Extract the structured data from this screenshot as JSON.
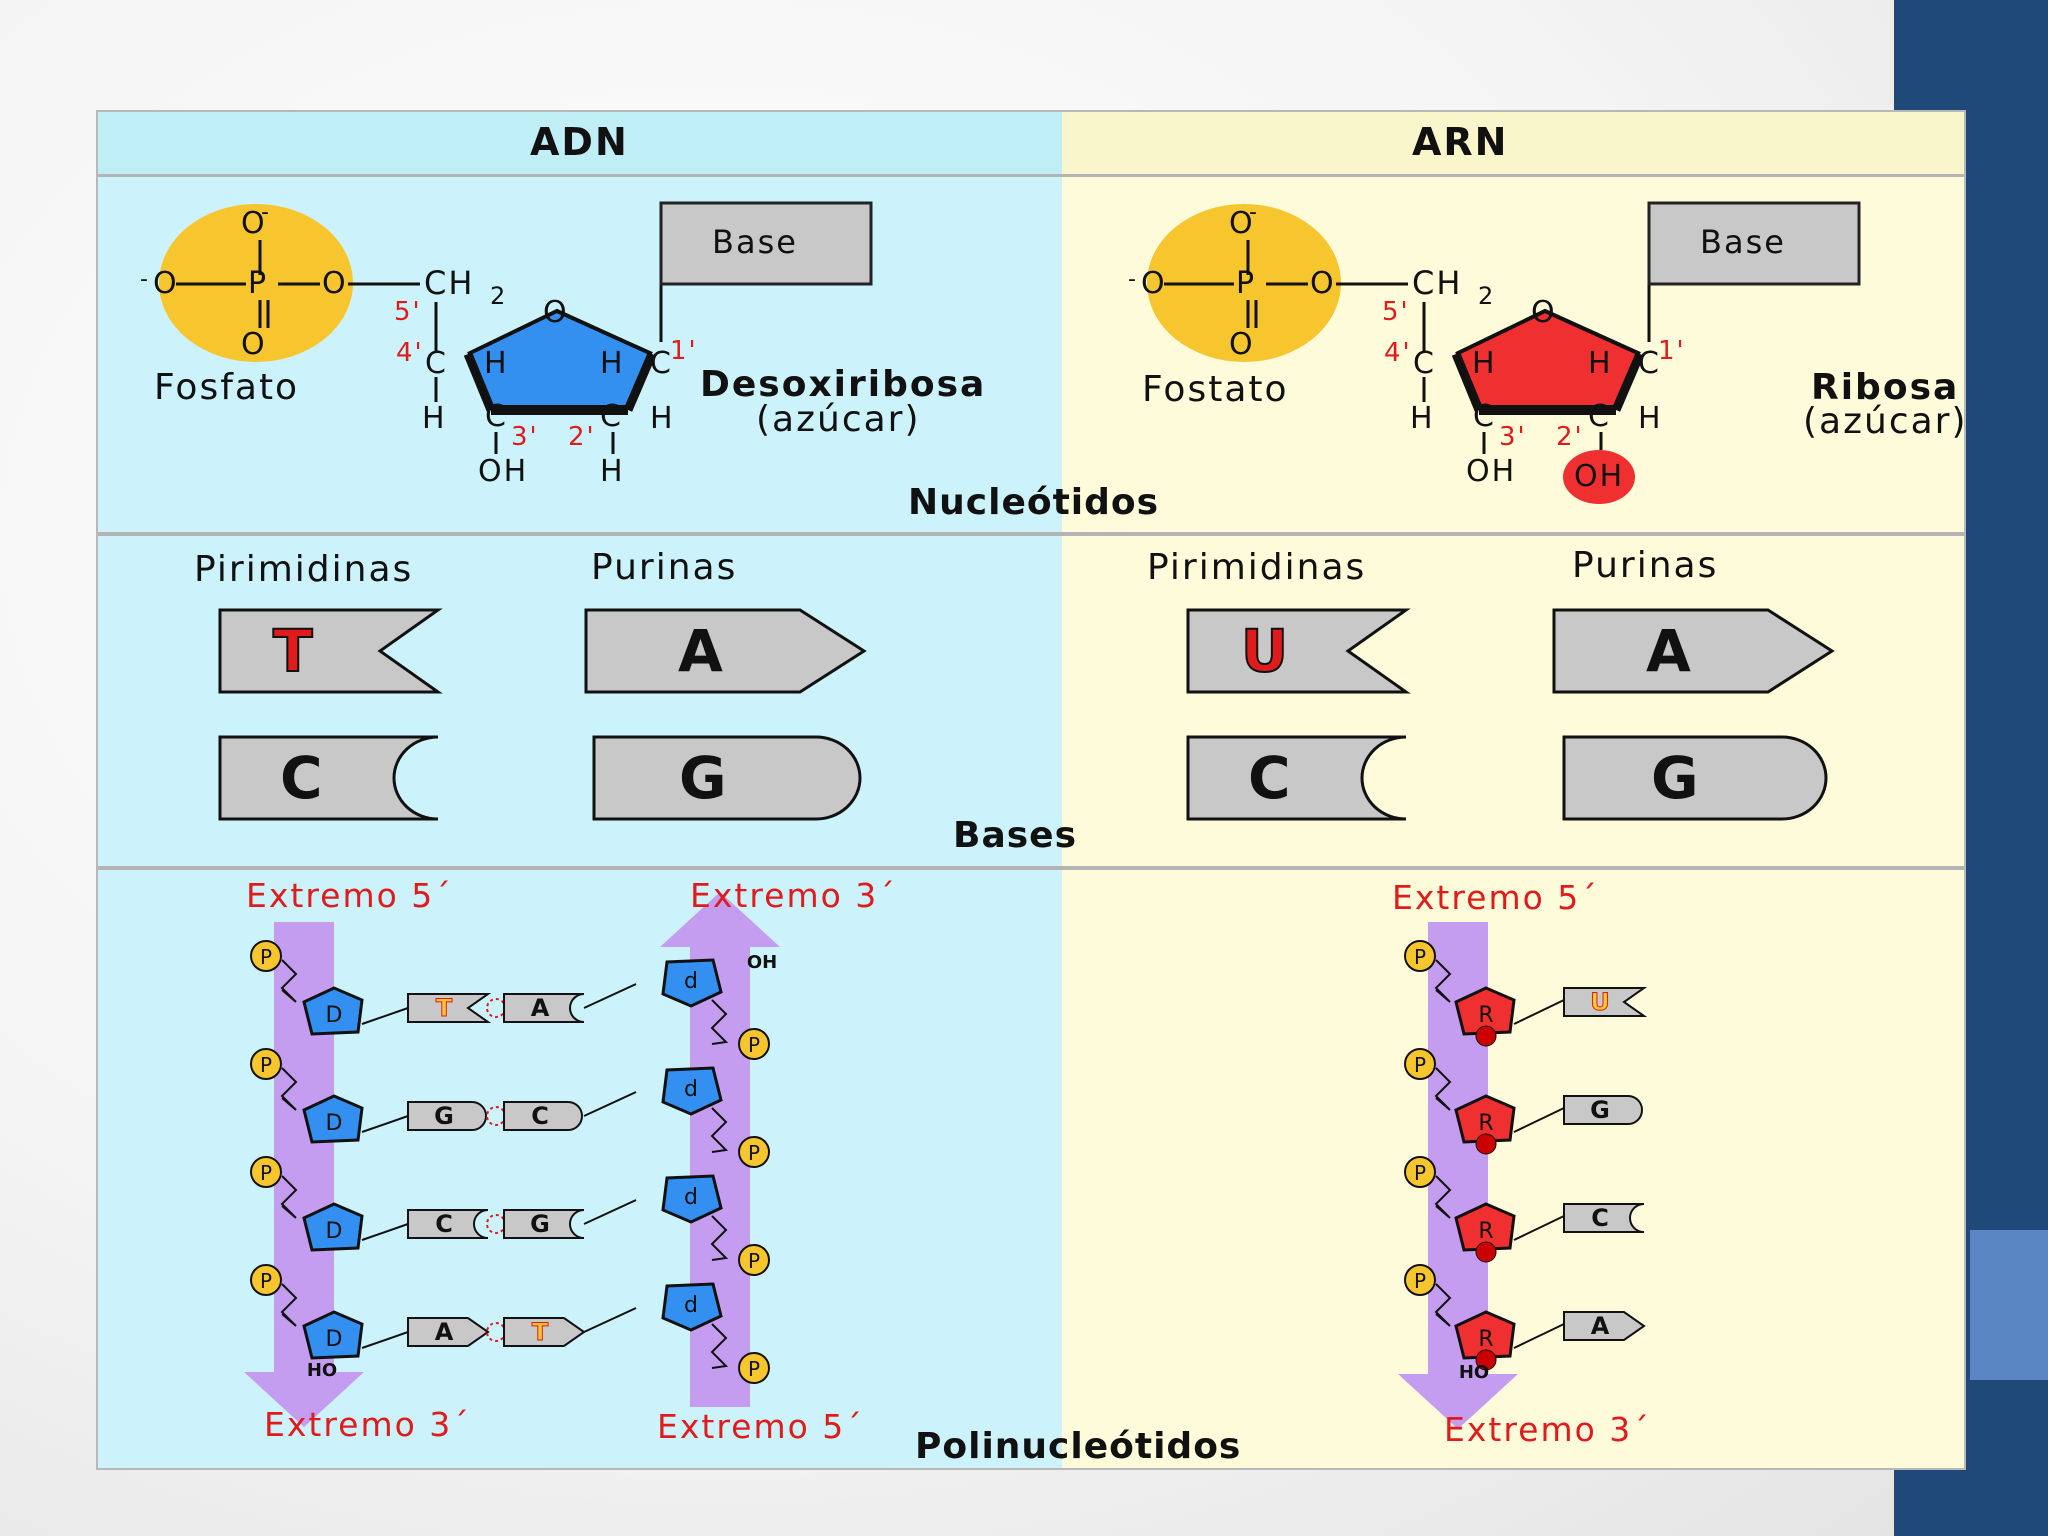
{
  "columns": {
    "dna": "ADN",
    "rna": "ARN"
  },
  "nucleotide": {
    "section_title": "Nucleótidos",
    "phosphate": {
      "o_top": "O",
      "o_minus": "-",
      "o_left": "O",
      "p": "P",
      "o_mid": "O",
      "o_bottom": "O"
    },
    "ch2": "CH",
    "ch2_sub": "2",
    "ring_o": "O",
    "carbon_labels": {
      "c5": "5'",
      "c4": "4'",
      "c1": "1'",
      "c3": "3'",
      "c2": "2'"
    },
    "atoms": {
      "c": "C",
      "h": "H",
      "oh": "OH"
    },
    "base_box": "Base",
    "dna": {
      "phosphate_label": "Fosfato",
      "sugar_name": "Desoxiribosa",
      "sugar_sub": "(azúcar)",
      "c2_group": "H"
    },
    "rna": {
      "phosphate_label": "Fostato",
      "sugar_name": "Ribosa",
      "sugar_sub": "(azúcar)",
      "c2_group": "OH"
    }
  },
  "bases": {
    "section_title": "Bases",
    "dna": {
      "pyrimidines_label": "Pirimidinas",
      "purines_label": "Purinas",
      "pyr1": "T",
      "pyr2": "C",
      "pur1": "A",
      "pur2": "G"
    },
    "rna": {
      "pyrimidines_label": "Pirimidinas",
      "purines_label": "Purinas",
      "pyr1": "U",
      "pyr2": "C",
      "pur1": "A",
      "pur2": "G"
    }
  },
  "polynucleotides": {
    "section_title": "Polinucleótidos",
    "phosphate": "P",
    "deoxy_letter": "D",
    "deoxy_letter_flipped": "d",
    "ribose_letter": "R",
    "oh_end": "OH",
    "ho_end": "HO",
    "dna": {
      "left_top_label": "Extremo  5´",
      "left_bottom_label": "Extremo  3´",
      "right_top_label": "Extremo  3´",
      "right_bottom_label": "Extremo  5´",
      "pairs": [
        {
          "left": "T",
          "right": "A"
        },
        {
          "left": "G",
          "right": "C"
        },
        {
          "left": "C",
          "right": "G"
        },
        {
          "left": "A",
          "right": "T"
        }
      ]
    },
    "rna": {
      "top_label": "Extremo   5´",
      "bottom_label": "Extremo   3´",
      "bases": [
        "U",
        "G",
        "C",
        "A"
      ]
    }
  },
  "colors": {
    "dna_background": "#ccf3fc",
    "rna_background": "#fdfbd9",
    "phosphate": "#f7c52e",
    "deoxyribose": "#3390f0",
    "ribose": "#f03030",
    "base_box": "#c8c8c8",
    "strand_arrow": "#c49cf0",
    "red_text": "#e01b1b",
    "slide_bar": "#1f4978"
  }
}
